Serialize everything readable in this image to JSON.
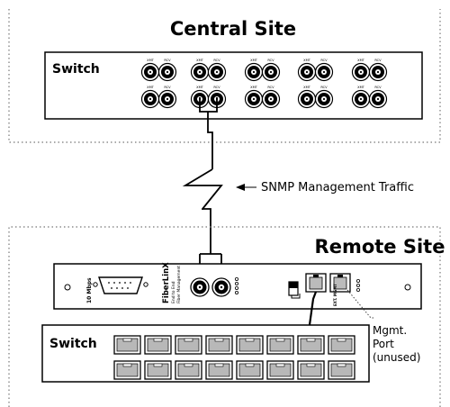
{
  "central_site": {
    "title": "Central Site",
    "switch_label": "Switch",
    "port_labels": {
      "xmt": "XMT",
      "rcv": "RCV"
    }
  },
  "link": {
    "label": "SNMP Management Traffic"
  },
  "remote_site": {
    "title": "Remote Site",
    "device": {
      "speed_label": "10 Mbps",
      "brand": "FiberLinX",
      "brand_sub1": "End to End",
      "brand_sub2": "Fiber Management",
      "ext_mgmt_label": "EXT. MGMT"
    },
    "switch_label": "Switch",
    "mgmt_port": {
      "line1": "Mgmt.",
      "line2": "Port",
      "line3": "(unused)"
    }
  },
  "colors": {
    "line": "#000000",
    "port_fill": "#b8b8b8",
    "ground_dots": "#777777"
  }
}
